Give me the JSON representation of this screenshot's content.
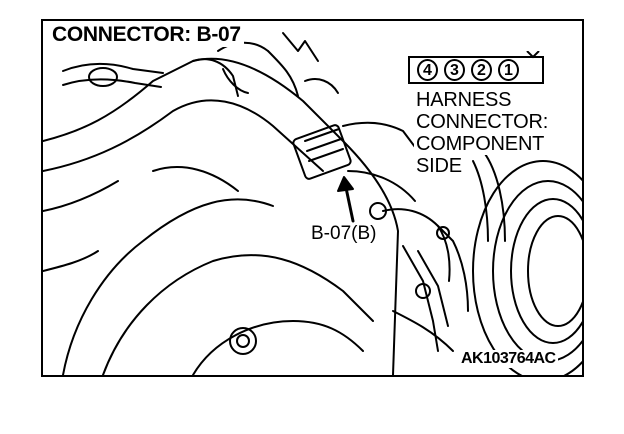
{
  "title": "CONNECTOR: B-07",
  "connector_pins": [
    "4",
    "3",
    "2",
    "1"
  ],
  "harness_label_lines": [
    "HARNESS",
    "CONNECTOR:",
    "COMPONENT",
    "SIDE"
  ],
  "callout_label": "B-07(B)",
  "figure_id": "AK103764AC"
}
